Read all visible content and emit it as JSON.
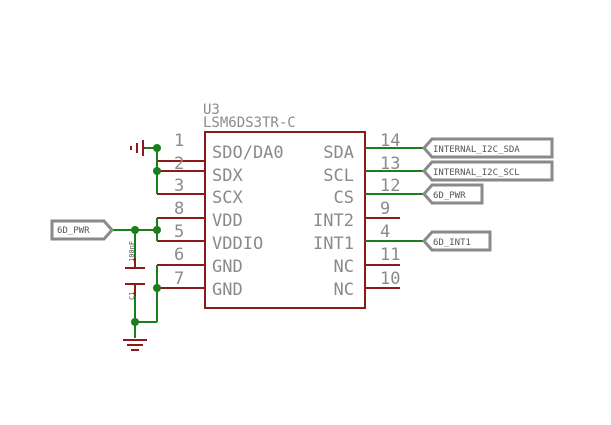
{
  "component": {
    "ref": "U3",
    "part": "LSM6DS3TR-C"
  },
  "left_pins": [
    {
      "num": "1",
      "name": "SDO/DA0"
    },
    {
      "num": "2",
      "name": "SDX"
    },
    {
      "num": "3",
      "name": "SCX"
    },
    {
      "num": "8",
      "name": "VDD"
    },
    {
      "num": "5",
      "name": "VDDIO"
    },
    {
      "num": "6",
      "name": "GND"
    },
    {
      "num": "7",
      "name": "GND"
    }
  ],
  "right_pins": [
    {
      "num": "14",
      "name": "SDA"
    },
    {
      "num": "13",
      "name": "SCL"
    },
    {
      "num": "12",
      "name": "CS"
    },
    {
      "num": "9",
      "name": "INT2"
    },
    {
      "num": "4",
      "name": "INT1"
    },
    {
      "num": "11",
      "name": "NC"
    },
    {
      "num": "10",
      "name": "NC"
    }
  ],
  "net_labels": {
    "sda": "INTERNAL_I2C_SDA",
    "scl": "INTERNAL_I2C_SCL",
    "cs": "6D_PWR",
    "int1": "6D_INT1",
    "left_power": "6D_PWR"
  },
  "capacitor": {
    "ref": "C1",
    "value": "100nF"
  }
}
